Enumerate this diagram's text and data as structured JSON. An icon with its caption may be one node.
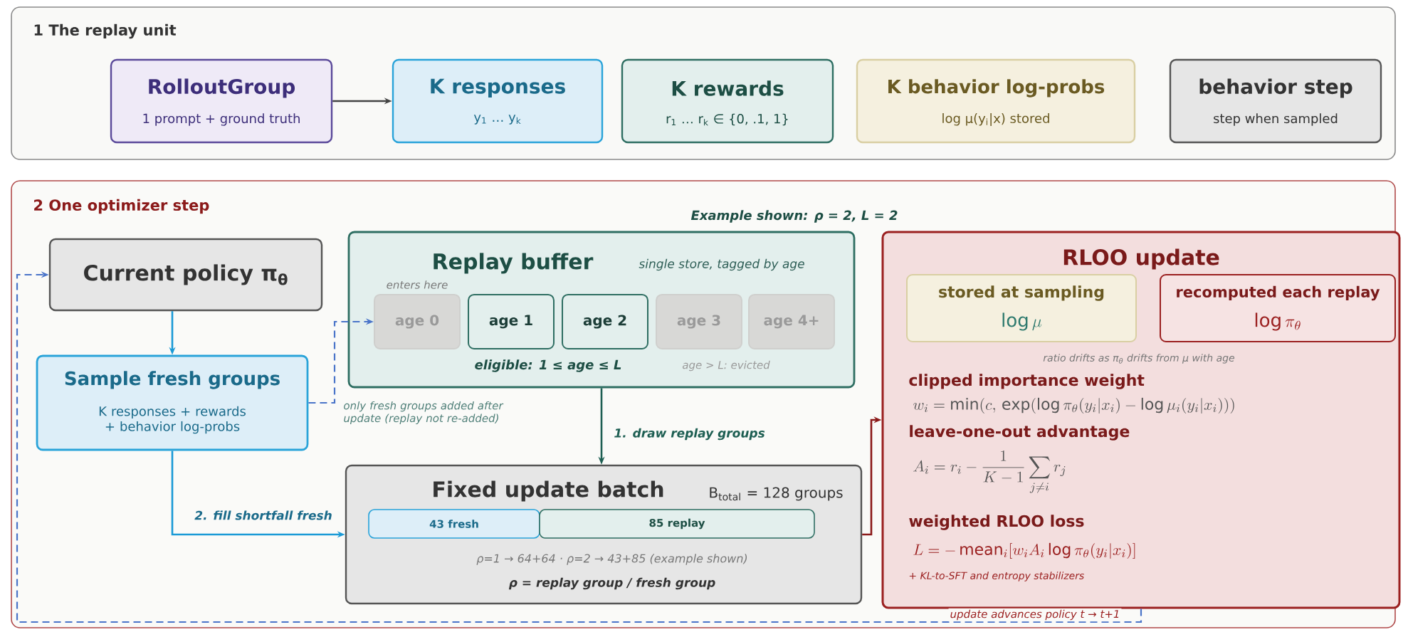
{
  "diagram": {
    "nodes": [
      {
        "text": [
          "1 The replay unit"
        ]
      },
      {
        "text": [
          "RolloutGroup",
          "1 prompt + ground truth"
        ],
        "in": 0
      },
      {
        "text": [
          "K responses",
          "y$_{1}$ … y$_{k}$"
        ],
        "in": 0
      },
      {
        "text": [
          "K rewards",
          "r$_{1}$ … r$_{k}$ ∈ {0, .1, 1}"
        ],
        "in": 0
      },
      {
        "text": [
          "K behavior log-probs",
          "log μ(y$_{i}$|x) stored"
        ],
        "in": 0
      },
      {
        "text": [
          "behavior step",
          "step when sampled"
        ],
        "in": 0
      },
      {
        "text": [
          "2 One optimizer step"
        ]
      },
      {
        "text": [
          "Current policy π$_{θ}$"
        ],
        "in": 6
      },
      {
        "text": [
          "Sample fresh groups",
          "K responses + rewards + behavior log-probs"
        ],
        "in": 6
      },
      {
        "text": [
          "Replay buffer",
          "single store, tagged by age",
          "enters here",
          "eligible: 1 ≤ age ≤ L",
          "age > L: evicted"
        ],
        "in": 6
      },
      {
        "text": [
          "age 0"
        ],
        "in": 9
      },
      {
        "text": [
          "age 1"
        ],
        "in": 9
      },
      {
        "text": [
          "age 2"
        ],
        "in": 9
      },
      {
        "text": [
          "age 3"
        ],
        "in": 9
      },
      {
        "text": [
          "age 4+"
        ],
        "in": 9
      },
      {
        "text": [
          "Fixed update batch",
          "B$_{total}$ = 128 groups",
          "ρ=1 → 64+64 · ρ=2 → 43+85 (example shown)",
          "ρ = replay group / fresh group"
        ],
        "in": 6
      },
      {
        "text": [
          "43 fresh"
        ],
        "in": 15
      },
      {
        "text": [
          "85 replay"
        ],
        "in": 15
      },
      {
        "text": [
          "RLOO update",
          "ratio drifts as π$_{θ}$ drifts from μ with age",
          "clipped importance weight",
          "w_i = \\min(c,\\, \\exp(\\log \\pi_\\theta(y_i|x_i) - \\log \\mu_i(y_i|x_i)))",
          "leave-one-out advantage",
          "A_i = r_i - \\frac{1}{K-1}\\sum_{j\\neq i} r_j",
          "weighted RLOO loss",
          "L = -\\,\\mathrm{mean}_i[w_i A_i \\log \\pi_\\theta(y_i|x_i)]",
          "+ KL-to-SFT and entropy stabilizers"
        ],
        "in": 6
      },
      {
        "text": [
          "stored at sampling",
          "\\log\\mu"
        ],
        "in": 18
      },
      {
        "text": [
          "recomputed each replay",
          "\\log\\pi_\\theta"
        ],
        "in": 18
      }
    ],
    "edges": [
      {
        "from": 1,
        "to": 2,
        "arrow": "to",
        "color": "#444444"
      },
      {
        "from": 7,
        "to": 8,
        "arrow": "to",
        "color": "#1a9ad6"
      },
      {
        "from": 8,
        "to": 10,
        "arrow": "to",
        "style": "dashed",
        "color": "#4a74c9",
        "label": "only fresh groups added after update (replay not re-added)"
      },
      {
        "from": 9,
        "to": 15,
        "arrow": "to",
        "color": "#1d5e52",
        "label": "1. draw replay groups"
      },
      {
        "from": 8,
        "to": 15,
        "arrow": "to",
        "color": "#1a9ad6",
        "label": "2. fill shortfall fresh"
      },
      {
        "from": 15,
        "to": 18,
        "arrow": "to",
        "color": "#8b1a1a"
      },
      {
        "from": 18,
        "to": 7,
        "arrow": "to",
        "style": "dashed",
        "color": "#4a74c9",
        "label": "update advances policy t → t+1"
      }
    ],
    "labels": [
      "Example shown: ρ = 2, L = 2"
    ]
  }
}
